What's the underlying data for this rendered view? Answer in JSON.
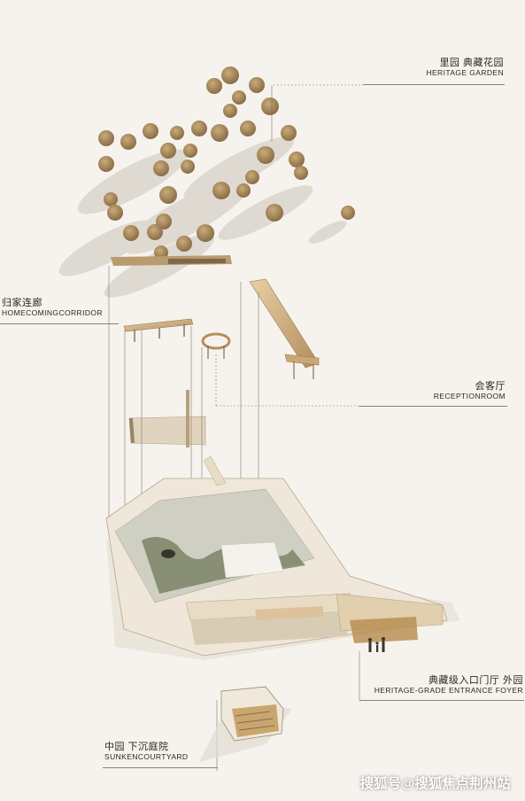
{
  "labels": {
    "heritage_garden": {
      "cn": "里园 典藏花园",
      "en": "HERITAGE GARDEN"
    },
    "homecoming_corridor": {
      "cn": "归家连廊",
      "en": "HOMECOMINGCORRIDOR"
    },
    "reception_room": {
      "cn": "会客厅",
      "en": "RECEPTIONROOM"
    },
    "entrance_foyer": {
      "cn": "典藏级入口门厅 外园",
      "en": "HERITAGE-GRADE ENTRANCE FOYER"
    },
    "sunken_courtyard": {
      "cn": "中园 下沉庭院",
      "en": "SUNKENCOURTYARD"
    }
  },
  "watermark": "搜狐号@搜狐焦点荆州站",
  "colors": {
    "background": "#f6f3ee",
    "wood": "#d8b98c",
    "wood_dark": "#a9855a",
    "tree": "#a88a5c",
    "shadow": "#d9d3ca",
    "water": "#c9ccbf",
    "greenery": "#7d8466",
    "stone": "#e7e1d7"
  }
}
